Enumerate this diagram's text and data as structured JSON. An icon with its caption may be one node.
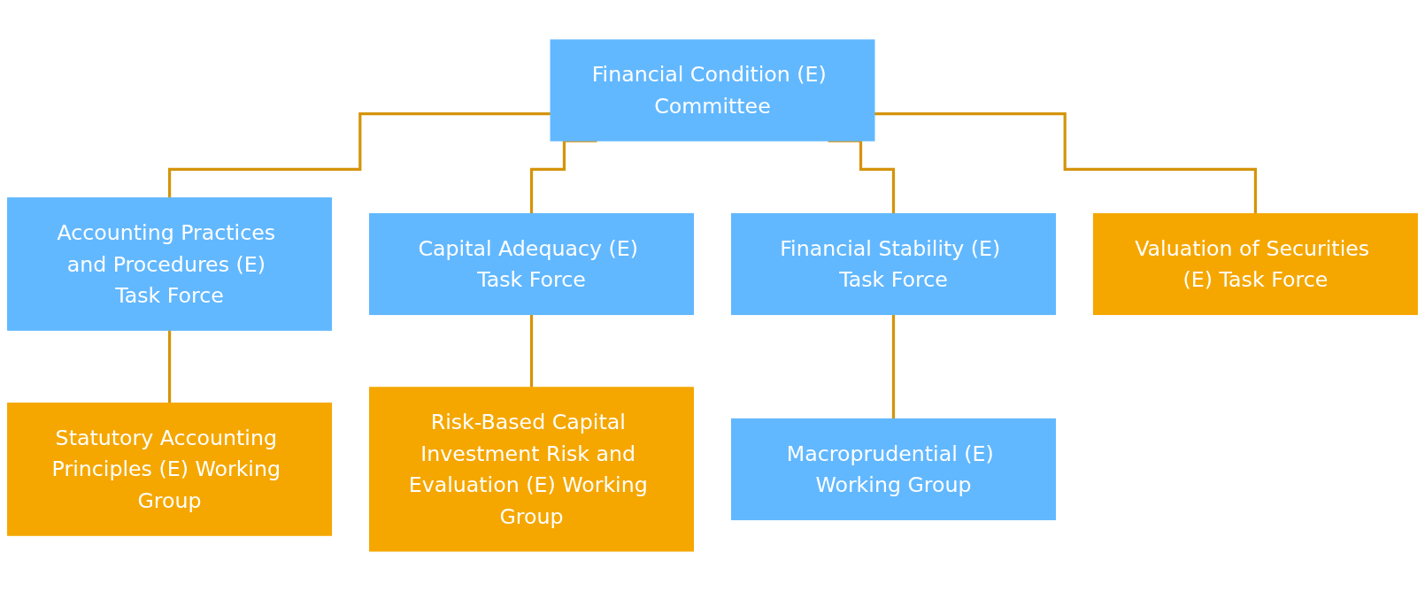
{
  "diagram": {
    "nodes": [
      {
        "text": [
          "Financial Condition (E) Committee"
        ]
      },
      {
        "text": [
          "Accounting Practices and Procedures (E) Task Force"
        ]
      },
      {
        "text": [
          "Capital Adequacy (E) Task Force"
        ]
      },
      {
        "text": [
          "Financial Stability (E) Task Force"
        ]
      },
      {
        "text": [
          "Valuation of Securities (E) Task Force"
        ]
      },
      {
        "text": [
          "Statutory Accounting Principles (E) Working Group"
        ]
      },
      {
        "text": [
          "Risk-Based Capital Investment Risk and Evaluation (E) Working Group"
        ]
      },
      {
        "text": [
          "Macroprudential (E) Working Group"
        ]
      }
    ],
    "edges": [
      {
        "from": 0,
        "to": 1,
        "arrow": "none"
      },
      {
        "from": 0,
        "to": 2,
        "arrow": "none"
      },
      {
        "from": 0,
        "to": 3,
        "arrow": "none"
      },
      {
        "from": 0,
        "to": 4,
        "arrow": "none"
      },
      {
        "from": 1,
        "to": 5,
        "arrow": "none"
      },
      {
        "from": 2,
        "to": 6,
        "arrow": "none"
      },
      {
        "from": 3,
        "to": 7,
        "arrow": "none"
      }
    ]
  }
}
